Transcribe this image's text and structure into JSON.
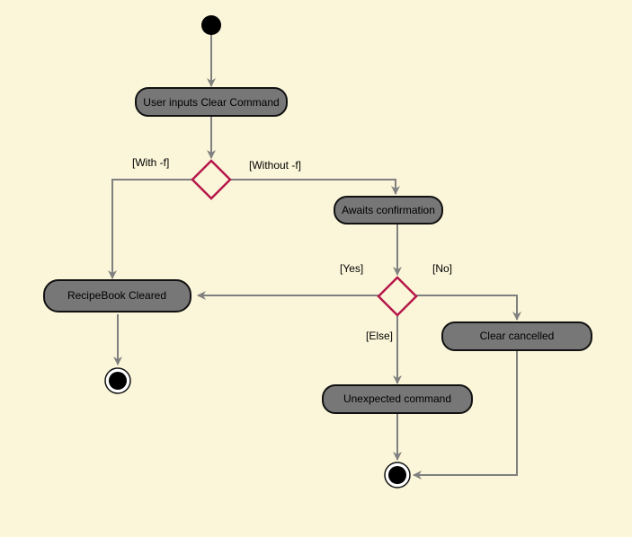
{
  "colors": {
    "background": "#FBF6D9",
    "action_fill": "#777777",
    "action_stroke": "#111111",
    "arrow": "#808080",
    "decision_stroke": "#B5174A",
    "start_fill": "#000000"
  },
  "actions": {
    "user_inputs": "User inputs Clear Command",
    "awaits": "Awaits confirmation",
    "cleared": "RecipeBook Cleared",
    "cancelled": "Clear cancelled",
    "unexpected": "Unexpected command"
  },
  "guards": {
    "with_f": "[With -f]",
    "without_f": "[Without -f]",
    "yes": "[Yes]",
    "no": "[No]",
    "else": "[Else]"
  }
}
